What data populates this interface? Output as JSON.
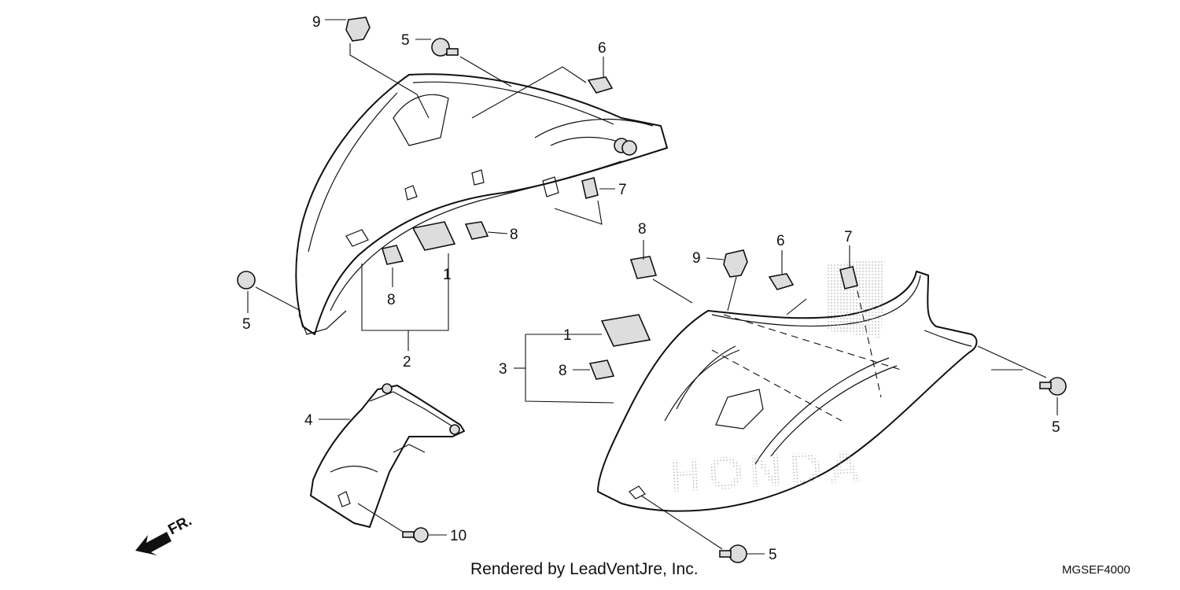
{
  "callouts": [
    {
      "id": "9a",
      "text": "9"
    },
    {
      "id": "5a",
      "text": "5"
    },
    {
      "id": "6a",
      "text": "6"
    },
    {
      "id": "7a",
      "text": "7"
    },
    {
      "id": "8a",
      "text": "8"
    },
    {
      "id": "1a",
      "text": "1"
    },
    {
      "id": "8b",
      "text": "8"
    },
    {
      "id": "5b",
      "text": "5"
    },
    {
      "id": "2",
      "text": "2"
    },
    {
      "id": "8c",
      "text": "8"
    },
    {
      "id": "9b",
      "text": "9"
    },
    {
      "id": "6b",
      "text": "6"
    },
    {
      "id": "7b",
      "text": "7"
    },
    {
      "id": "1b",
      "text": "1"
    },
    {
      "id": "3",
      "text": "3"
    },
    {
      "id": "8d",
      "text": "8"
    },
    {
      "id": "5c",
      "text": "5"
    },
    {
      "id": "4",
      "text": "4"
    },
    {
      "id": "10",
      "text": "10"
    },
    {
      "id": "5d",
      "text": "5"
    }
  ],
  "direction_label": "FR.",
  "watermark": "HONDA",
  "credit": "Rendered by LeadVentJre, Inc.",
  "diagram_code": "MGSEF4000"
}
